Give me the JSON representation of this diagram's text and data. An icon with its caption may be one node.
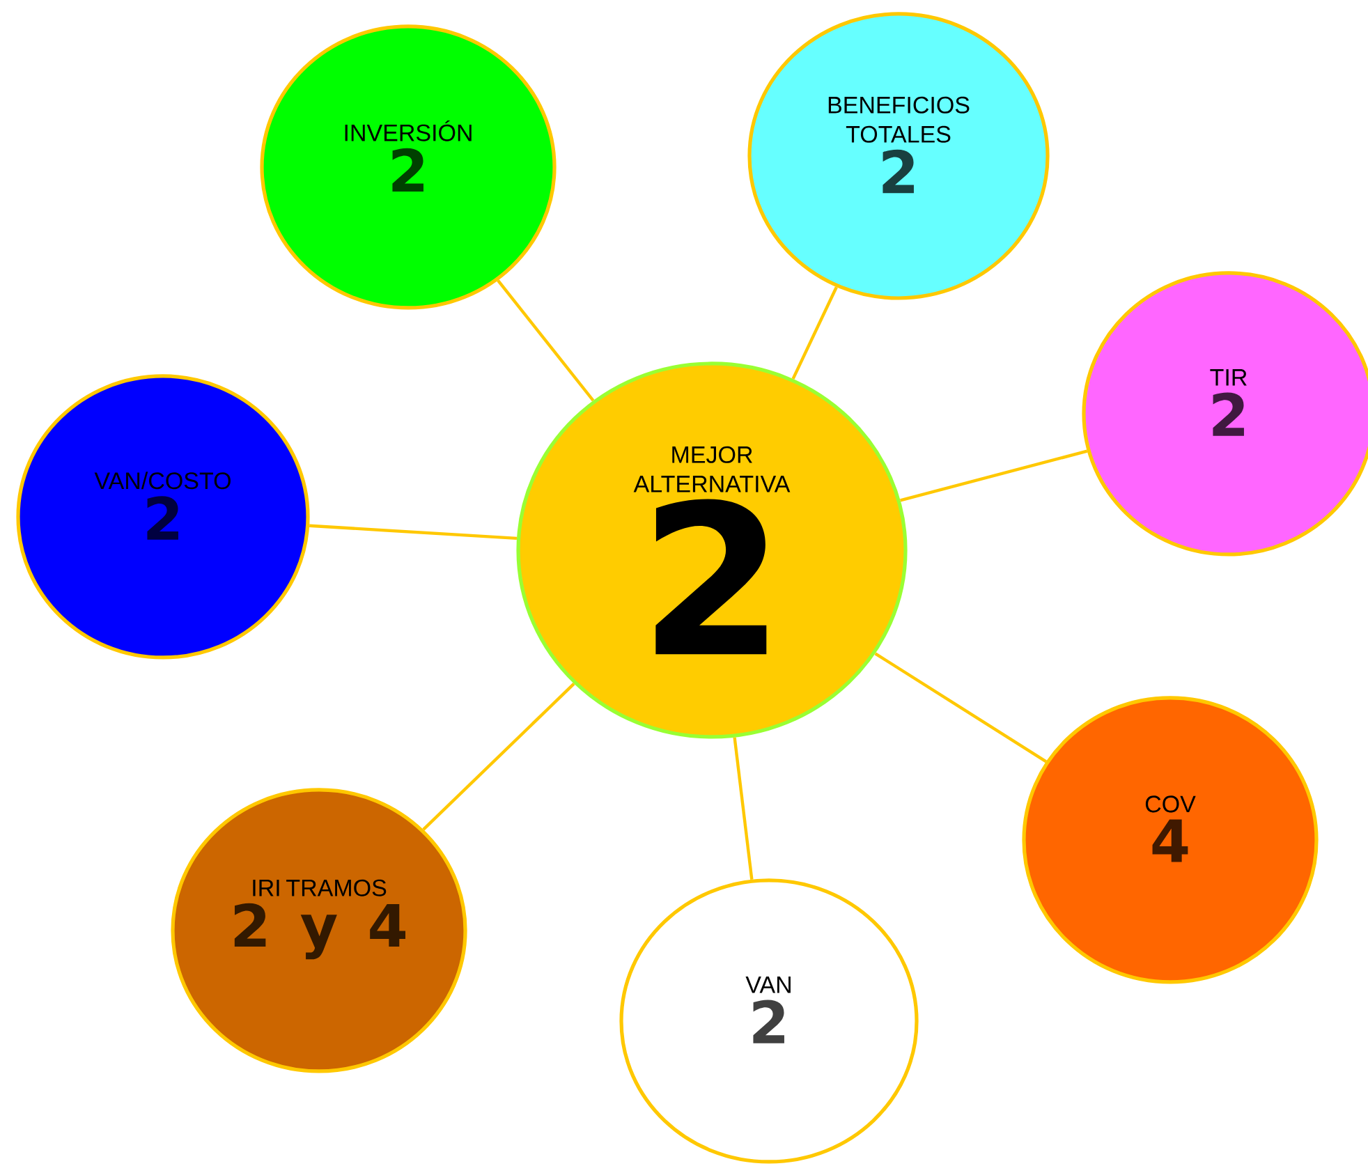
{
  "diagram": {
    "nodes": [
      {
        "text": [
          "MEJOR ALTERNATIVA",
          "2"
        ]
      },
      {
        "text": [
          "INVERSIÓN",
          "2"
        ]
      },
      {
        "text": [
          "BENEFICIOS TOTALES",
          "2"
        ]
      },
      {
        "text": [
          "TIR",
          "2"
        ]
      },
      {
        "text": [
          "COV",
          "4"
        ]
      },
      {
        "text": [
          "VAN",
          "2"
        ]
      },
      {
        "text": [
          "IRI TRAMOS",
          "2 y 4"
        ]
      },
      {
        "text": [
          "VAN/COSTO",
          "2"
        ]
      }
    ],
    "edges": [
      {
        "from": 0,
        "to": 1,
        "arrow": "none"
      },
      {
        "from": 0,
        "to": 2,
        "arrow": "none"
      },
      {
        "from": 0,
        "to": 3,
        "arrow": "none"
      },
      {
        "from": 0,
        "to": 4,
        "arrow": "none"
      },
      {
        "from": 0,
        "to": 5,
        "arrow": "none"
      },
      {
        "from": 0,
        "to": 6,
        "arrow": "none"
      },
      {
        "from": 0,
        "to": 7,
        "arrow": "none"
      }
    ]
  }
}
